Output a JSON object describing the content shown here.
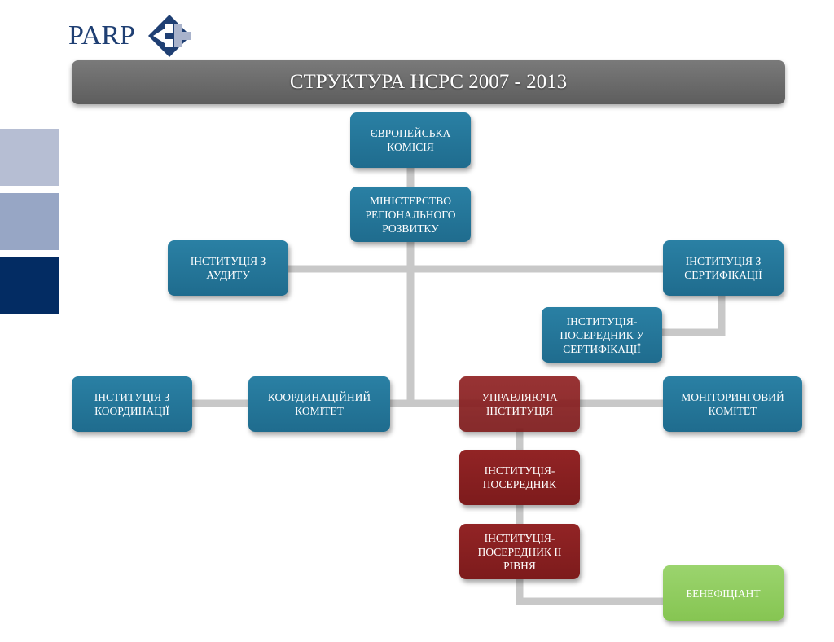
{
  "logo": {
    "text": "PARP"
  },
  "title": "СТРУКТУРА НСРС 2007 - 2013",
  "colors": {
    "blue_node": "#2277A0",
    "red_node": "#861F20",
    "green_node": "#8FCC5E",
    "connector": "#C8C8C8",
    "title_bar": "#6B6B6B",
    "sidebar": [
      "#B6BED3",
      "#97A6C5",
      "#032C63"
    ]
  },
  "nodes": {
    "european_commission": "ЄВРОПЕЙСЬКА\nКОМІСІЯ",
    "ministry": "МІНІСТЕРСТВО\nРЕГІОНАЛЬНОГО\nРОЗВИТКУ",
    "audit": "ІНСТИТУЦІЯ З\nАУДИТУ",
    "certification": "ІНСТИТУЦІЯ З\nСЕРТИФІКАЦІЇ",
    "cert_intermediary": "ІНСТИТУЦІЯ-\nПОСЕРЕДНИК У\nСЕРТИФІКАЦІЇ",
    "coordination": "ІНСТИТУЦІЯ З\nКООРДИНАЦІЇ",
    "coord_committee": "КООРДИНАЦІЙНИЙ\nКОМІТЕТ",
    "managing": "УПРАВЛЯЮЧА\nІНСТИТУЦІЯ",
    "monitoring": "МОНІТОРИНГОВИЙ\nКОМІТЕТ",
    "intermediary": "ІНСТИТУЦІЯ-\nПОСЕРЕДНИК",
    "intermediary_2": "ІНСТИТУЦІЯ-\nПОСЕРЕДНИК ІІ\nРІВНЯ",
    "beneficiary": "БЕНЕФІЦІАНТ"
  }
}
